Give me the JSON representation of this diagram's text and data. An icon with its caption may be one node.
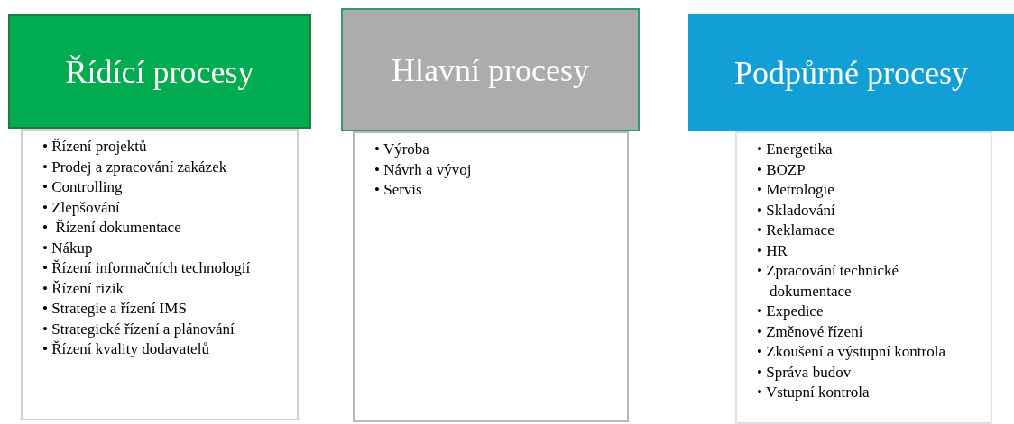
{
  "diagram": {
    "nodes": [
      {
        "text": [
          "Řídící procesy"
        ]
      },
      {
        "text": [
          "• Řízení projektů",
          "• Prodej a zpracování zakázek",
          "• Controlling",
          "• Zlepšování",
          "•  Řízení dokumentace",
          "• Nákup",
          "• Řízení informačních technologií",
          "• Řízení rizik",
          "• Strategie a řízení IMS",
          "• Strategické řízení a plánování",
          "• Řízení kvality dodavatelů"
        ]
      },
      {
        "text": [
          "Hlavní procesy"
        ]
      },
      {
        "text": [
          "• Výroba",
          "• Návrh a vývoj",
          "• Servis"
        ]
      },
      {
        "text": [
          "Podpůrné procesy"
        ]
      },
      {
        "text": [
          "• Energetika",
          "• BOZP",
          "• Metrologie",
          "• Skladování",
          "• Reklamace",
          "• HR",
          "• Zpracování technické dokumentace",
          "• Expedice",
          "• Změnové řízení",
          "• Zkoušení a výstupní kontrola",
          "• Správa budov",
          "• Vstupní kontrola"
        ]
      }
    ]
  }
}
